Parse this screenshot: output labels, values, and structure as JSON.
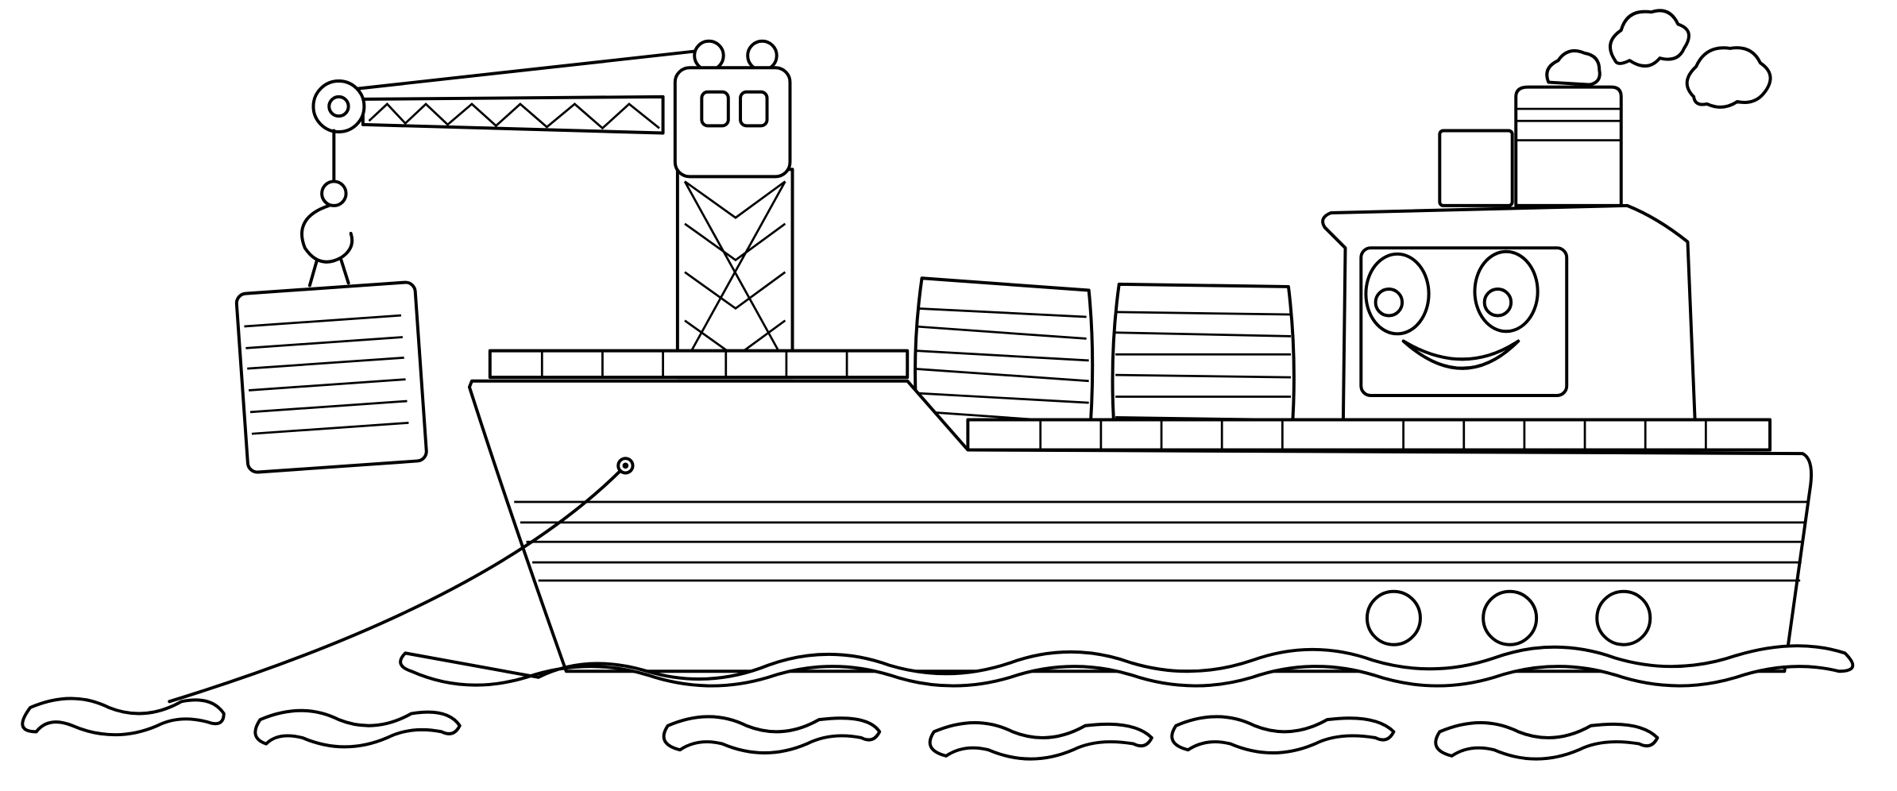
{
  "illustration": {
    "style": "black line-art coloring page",
    "colors": {
      "line": "#000000",
      "background": "#ffffff"
    },
    "elements": [
      "cargo-ship",
      "crane",
      "hanging-container",
      "deck-containers",
      "smiling-cabin",
      "chimneys",
      "smoke-clouds",
      "anchor-rope",
      "waves"
    ]
  }
}
